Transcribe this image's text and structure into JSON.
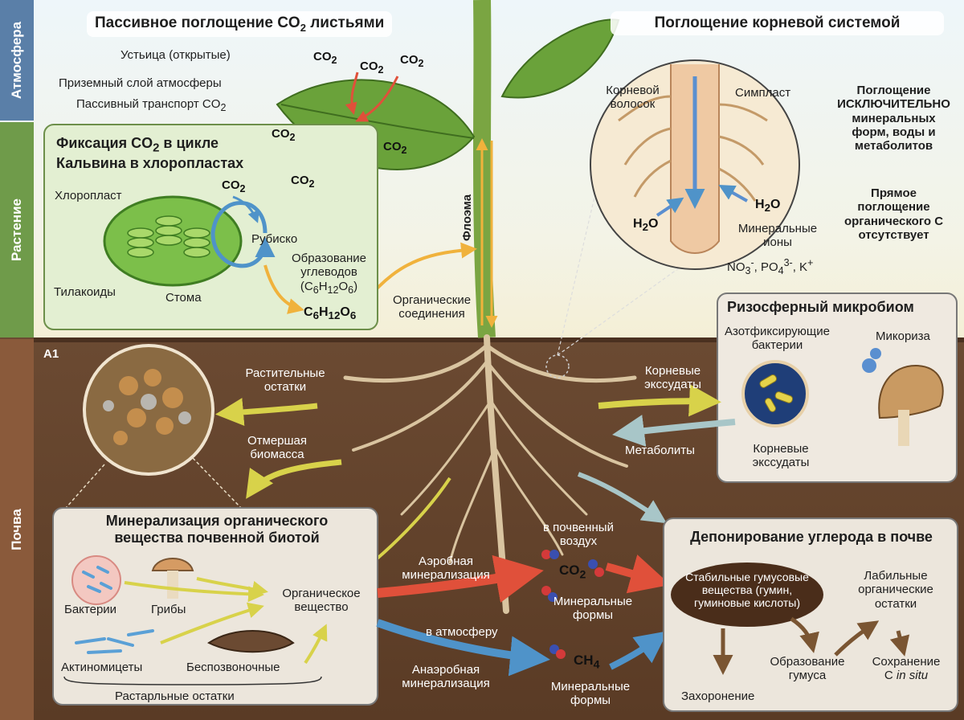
{
  "zones": {
    "atmosphere": "Атмосфера",
    "plant": "Растение",
    "soil": "Почва"
  },
  "molecules": {
    "co": "CO"
  },
  "leaf": {
    "title_main": "Пассивное поглощение CO",
    "title_tail": " листьями",
    "stomata": "Устьица (открытые)",
    "surface_layer": "Приземный слой атмосферы",
    "passive_transport": "Пассивный транспорт CO"
  },
  "calvin": {
    "title_line1a": "Фиксация CO",
    "title_line1b": " в цикле",
    "title_line2": "Кальвина в хлоропластах",
    "chloroplast": "Хлоропласт",
    "rubisco": "Рубиско",
    "carb_line1": "Образование",
    "carb_line2": "углеводов",
    "thylakoids": "Тилакоиды",
    "stroma": "Стома"
  },
  "stem": {
    "organic_line1": "Органические",
    "organic_line2": "соединения",
    "phloem": "Флоэма"
  },
  "root": {
    "title": "Поглощение корневой системой",
    "hair_line1": "Корневой",
    "hair_line2": "волосок",
    "symplast": "Симпласт",
    "ions_line1": "Минеральные",
    "ions_line2": "ионы",
    "note1_line1": "Поглощение",
    "note1_line2": "ИСКЛЮЧИТЕЛЬНО",
    "note1_line3": "минеральных",
    "note1_line4": "форм, воды и",
    "note1_line5": "метаболитов",
    "note2_line1": "Прямое",
    "note2_line2": "поглощение",
    "note2_line3": "органического С",
    "note2_line4": "отсутствует"
  },
  "soil": {
    "horizon": "А1",
    "residues_line1": "Растительные",
    "residues_line2": "остатки",
    "dead_line1": "Отмершая",
    "dead_line2": "биомасса"
  },
  "rhizo": {
    "title": "Ризосферный микробиом",
    "nfix_line1": "Азотфиксирующие",
    "nfix_line2": "бактерии",
    "mycorrhiza": "Микориза",
    "exudates_line1": "Корневые",
    "exudates_line2": "экссудаты",
    "metabolites": "Метаболиты"
  },
  "mineral": {
    "title_line1": "Минерализация органического",
    "title_line2": "вещества почвенной биотой",
    "bacteria": "Бактерии",
    "fungi": "Грибы",
    "organic_line1": "Органическое",
    "organic_line2": "вещество",
    "actinomycetes": "Актиномицеты",
    "invertebrates": "Беспозвоночные",
    "remains": "Растарльные остатки"
  },
  "paths": {
    "aerobic_line1": "Аэробная",
    "aerobic_line2": "минерализация",
    "soil_air_line1": "в почвенный",
    "soil_air_line2": "воздух",
    "mineral_forms_line1": "Минеральные",
    "mineral_forms_line2": "формы",
    "to_atmosphere": "в атмосферу",
    "anaerobic_line1": "Анаэробная",
    "anaerobic_line2": "минерализация"
  },
  "deposit": {
    "title": "Депонирование углерода в почве",
    "humus_line1": "Стабильные гумусовые",
    "humus_line2": "вещества (гумин,",
    "humus_line3": "гуминовые кислоты)",
    "labile_line1": "Лабильные",
    "labile_line2": "органические",
    "labile_line3": "остатки",
    "formation_line1": "Образование",
    "formation_line2": "гумуса",
    "preserve_line1": "Сохранение",
    "preserve_line2": "С",
    "preserve_italic": "in situ",
    "burial": "Захоронение"
  }
}
